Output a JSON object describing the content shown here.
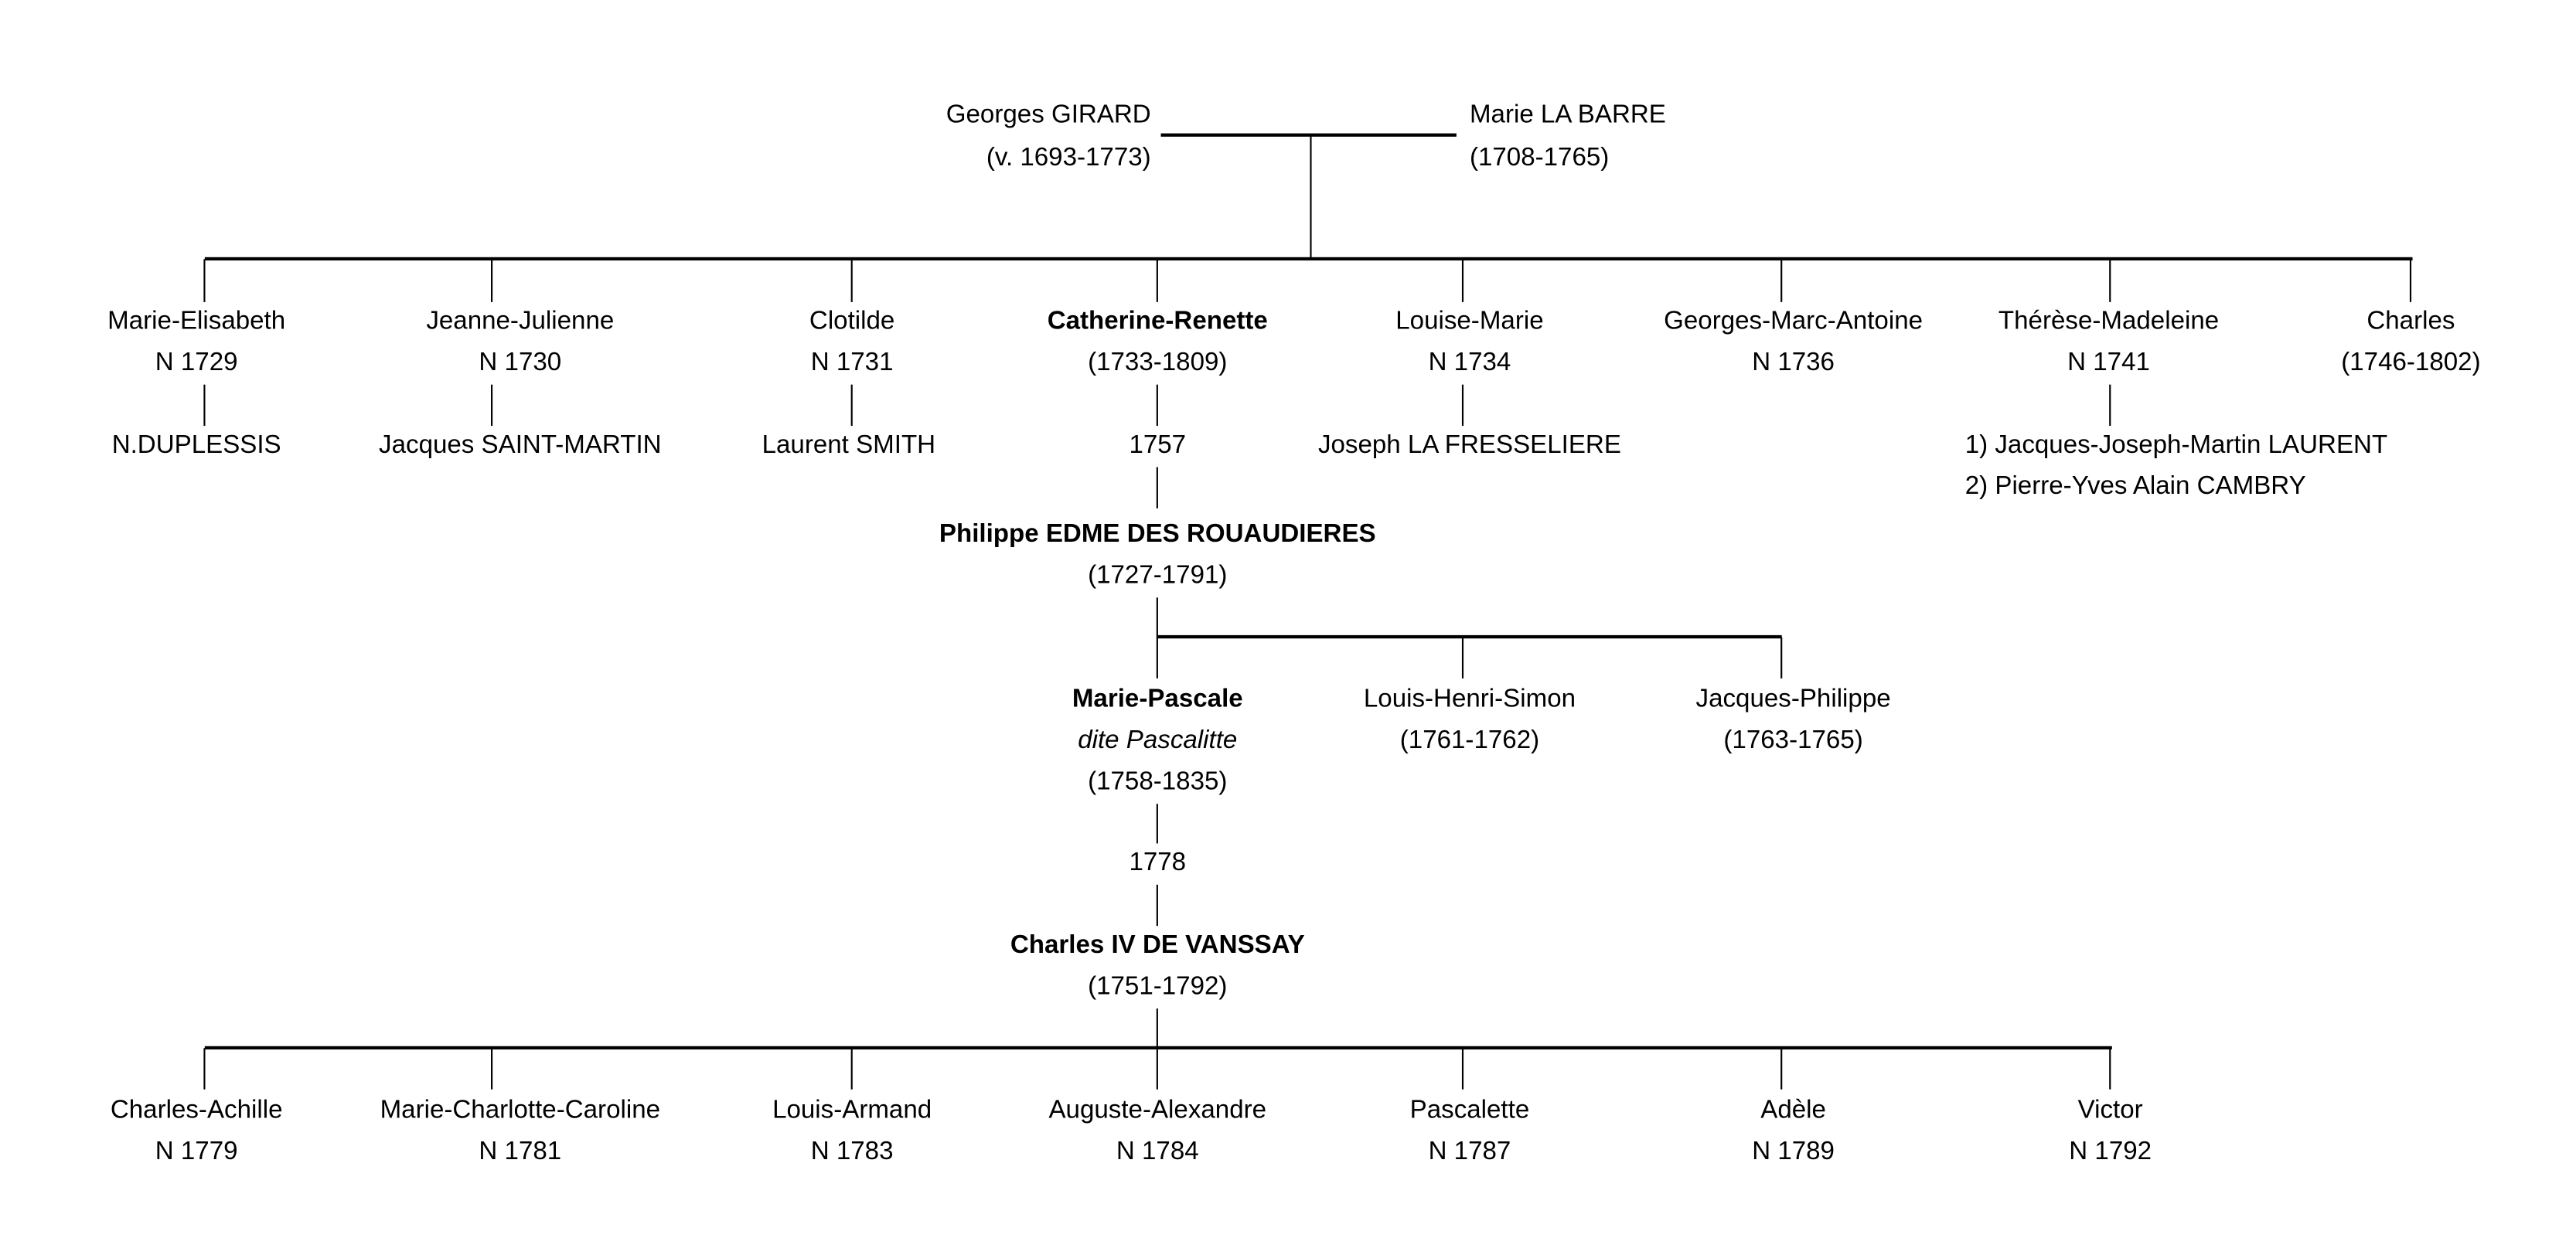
{
  "parents": {
    "father": {
      "name": "Georges GIRARD",
      "dates": "(v. 1693-1773)"
    },
    "mother": {
      "name": "Marie LA BARRE",
      "dates": "(1708-1765)"
    }
  },
  "children": [
    {
      "name": "Marie-Elisabeth",
      "dates": "N 1729",
      "spouse": "N.DUPLESSIS"
    },
    {
      "name": "Jeanne-Julienne",
      "dates": "N 1730",
      "spouse": "Jacques SAINT-MARTIN"
    },
    {
      "name": "Clotilde",
      "dates": "N 1731",
      "spouse": "Laurent SMITH"
    },
    {
      "name": "Catherine-Renette",
      "dates": "(1733-1809)",
      "marriage_year": "1757"
    },
    {
      "name": "Louise-Marie",
      "dates": "N 1734",
      "spouse": "Joseph LA FRESSELIERE"
    },
    {
      "name": "Georges-Marc-Antoine",
      "dates": "N 1736"
    },
    {
      "name": "Thérèse-Madeleine",
      "dates": "N 1741",
      "spouses": [
        "1) Jacques-Joseph-Martin LAURENT",
        "2) Pierre-Yves Alain CAMBRY"
      ]
    },
    {
      "name": "Charles",
      "dates": "(1746-1802)"
    }
  ],
  "catherine_spouse": {
    "name": "Philippe EDME DES ROUAUDIERES",
    "dates": "(1727-1791)"
  },
  "generation3": [
    {
      "name": "Marie-Pascale",
      "nickname": "dite Pascalitte",
      "dates": "(1758-1835)",
      "marriage_year": "1778"
    },
    {
      "name": "Louis-Henri-Simon",
      "dates": "(1761-1762)"
    },
    {
      "name": "Jacques-Philippe",
      "dates": "(1763-1765)"
    }
  ],
  "marie_pascale_spouse": {
    "name": "Charles IV DE VANSSAY",
    "dates": "(1751-1792)"
  },
  "generation4": [
    {
      "name": "Charles-Achille",
      "dates": "N 1779"
    },
    {
      "name": "Marie-Charlotte-Caroline",
      "dates": "N 1781"
    },
    {
      "name": "Louis-Armand",
      "dates": "N 1783"
    },
    {
      "name": "Auguste-Alexandre",
      "dates": "N 1784"
    },
    {
      "name": "Pascalette",
      "dates": "N 1787"
    },
    {
      "name": "Adèle",
      "dates": "N 1789"
    },
    {
      "name": "Victor",
      "dates": "N 1792"
    }
  ]
}
